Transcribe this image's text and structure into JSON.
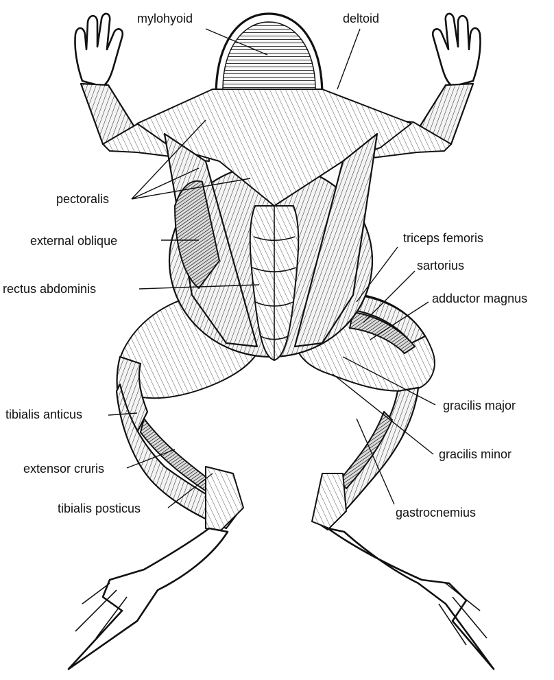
{
  "labels": {
    "mylohyoid": "mylohyoid",
    "deltoid": "deltoid",
    "pectoralis": "pectoralis",
    "external_oblique": "external oblique",
    "rectus_abdominis": "rectus abdominis",
    "triceps_femoris": "triceps femoris",
    "sartorius": "sartorius",
    "adductor_magnus": "adductor magnus",
    "gracilis_major": "gracilis major",
    "gracilis_minor": "gracilis minor",
    "gastrocnemius": "gastrocnemius",
    "tibialis_anticus": "tibialis anticus",
    "extensor_cruris": "extensor cruris",
    "tibialis_posticus": "tibialis posticus"
  }
}
